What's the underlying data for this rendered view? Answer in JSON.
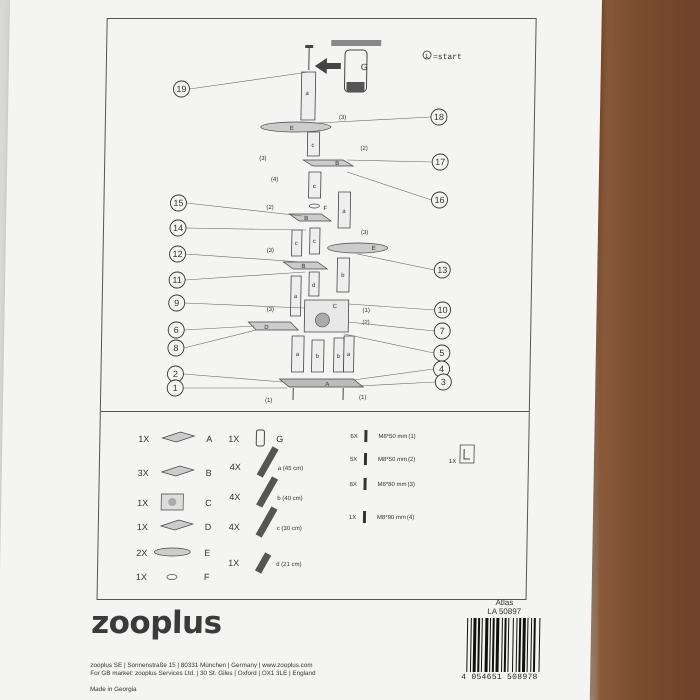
{
  "header": {
    "start_label": "=start"
  },
  "callouts": [
    "19",
    "18",
    "17",
    "16",
    "15",
    "14",
    "13",
    "12",
    "11",
    "10",
    "9",
    "8",
    "7",
    "6",
    "5",
    "4",
    "3",
    "2",
    "1"
  ],
  "part_letters": {
    "a": "a",
    "b": "b",
    "c": "c",
    "d": "d",
    "A": "A",
    "B": "B",
    "C": "C",
    "D": "D",
    "E": "E",
    "F": "F",
    "G": "G"
  },
  "screw_refs": {
    "r1": "(1)",
    "r2": "(2)",
    "r3": "(3)",
    "r4": "(4)"
  },
  "parts_list": {
    "plates": [
      {
        "qty": "1X",
        "letter": "A"
      },
      {
        "qty": "3X",
        "letter": "B"
      },
      {
        "qty": "1X",
        "letter": "C"
      },
      {
        "qty": "1X",
        "letter": "D"
      },
      {
        "qty": "2X",
        "letter": "E"
      },
      {
        "qty": "1X",
        "letter": "F"
      }
    ],
    "hardware_g": {
      "qty": "1X",
      "letter": "G"
    },
    "posts": [
      {
        "qty": "4X",
        "label": "a (45 cm)"
      },
      {
        "qty": "4X",
        "label": "b (40 cm)"
      },
      {
        "qty": "4X",
        "label": "c (30 cm)"
      },
      {
        "qty": "1X",
        "label": "d (21 cm)"
      }
    ],
    "screws": [
      {
        "qty": "6X",
        "spec": "M8*50 mm",
        "ref": "(1)"
      },
      {
        "qty": "5X",
        "spec": "M8*50 mm",
        "ref": "(2)"
      },
      {
        "qty": "8X",
        "spec": "M8*80 mm",
        "ref": "(3)"
      },
      {
        "qty": "1X",
        "spec": "M8*90 mm",
        "ref": "(4)"
      }
    ],
    "tool": {
      "qty": "1X"
    }
  },
  "brand": {
    "logo": "zooplus",
    "address_line1": "zooplus SE | Sonnenstraße 15 | 80331 München | Germany | www.zooplus.com",
    "address_line2": "For GB market: zooplus Services Ltd. | 30 St. Giles | Oxford | OX1 3LE | England",
    "made_in": "Made in Georgia"
  },
  "product": {
    "name": "Atlas",
    "code": "LA 50897"
  },
  "barcode": {
    "digits": "4 054651 508978"
  }
}
